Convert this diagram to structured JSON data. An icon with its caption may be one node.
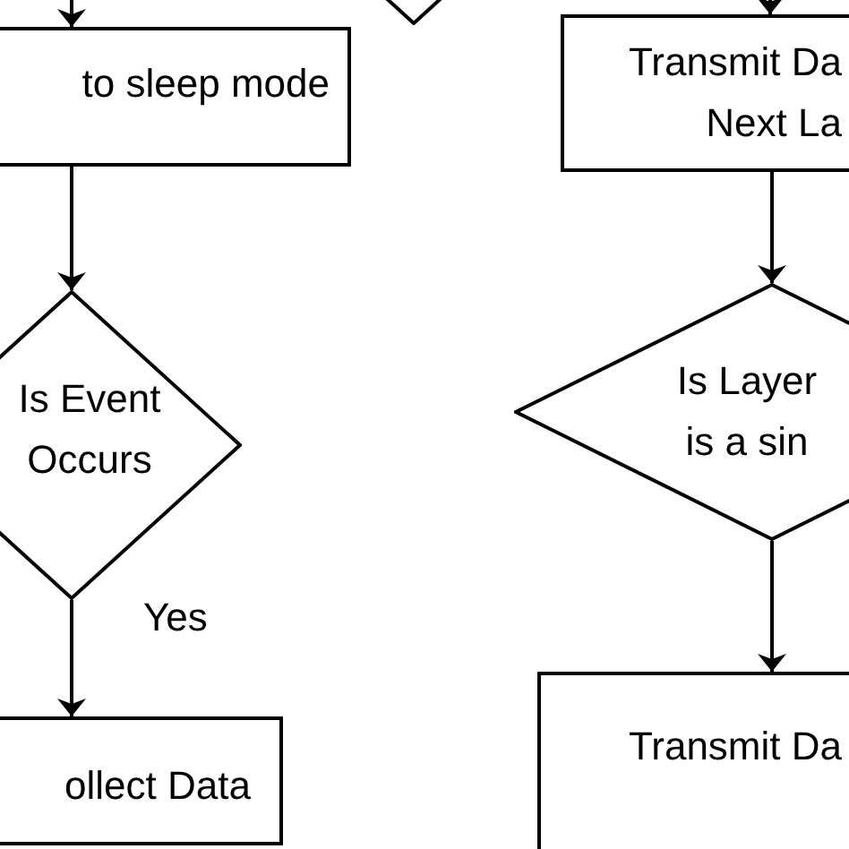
{
  "diagram": {
    "nodes": [
      {
        "text": [
          "to sleep mode"
        ]
      },
      {
        "text": [],
        "shape": "diamond"
      },
      {
        "text": [
          "Transmit Da Next La"
        ]
      },
      {
        "text": [
          "Is Event Occurs"
        ]
      },
      {
        "text": [
          "Is Layer is a sin"
        ]
      },
      {
        "text": [
          "ollect Data"
        ]
      },
      {
        "text": [
          "Transmit Da"
        ]
      }
    ],
    "edges": [
      {
        "from": null,
        "to": 0,
        "arrow": "to"
      },
      {
        "from": 0,
        "to": 3,
        "arrow": "to"
      },
      {
        "from": 3,
        "to": 5,
        "arrow": "to",
        "label": "Yes"
      },
      {
        "from": null,
        "to": 2,
        "arrow": "to"
      },
      {
        "from": 2,
        "to": 4,
        "arrow": "to"
      },
      {
        "from": 4,
        "to": 6,
        "arrow": "to"
      }
    ]
  }
}
